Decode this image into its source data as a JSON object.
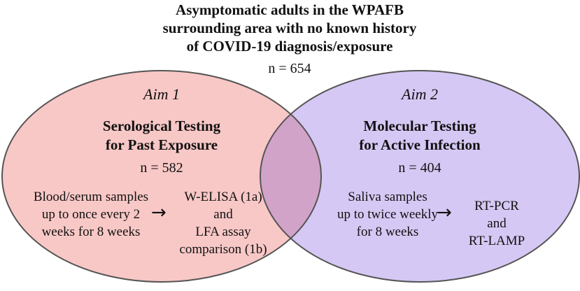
{
  "header": {
    "title_lines": [
      "Asymptomatic adults in the WPAFB",
      "surrounding area with no known history",
      "of COVID-19 diagnosis/exposure"
    ],
    "count": "n = 654"
  },
  "aim1": {
    "label": "Aim 1",
    "title_lines": [
      "Serological Testing",
      "for Past Exposure"
    ],
    "count": "n = 582",
    "sample_lines": [
      "Blood/serum samples",
      "up to once every 2",
      "weeks for 8 weeks"
    ],
    "arrow": "→",
    "assay_lines": [
      "W-ELISA (1a)",
      "and",
      "LFA assay",
      "comparison (1b)"
    ]
  },
  "aim2": {
    "label": "Aim 2",
    "title_lines": [
      "Molecular Testing",
      "for Active Infection"
    ],
    "count": "n = 404",
    "sample_lines": [
      "Saliva samples",
      "up to twice weekly",
      "for 8 weeks"
    ],
    "arrow": "→",
    "assay_lines": [
      "RT-PCR",
      "and",
      "RT-LAMP"
    ]
  },
  "colors": {
    "aim1_fill": "#f8c8c6",
    "aim2_fill": "#d6c8f4",
    "overlap_fill": "#d2a3c9",
    "outline": "#555555"
  }
}
